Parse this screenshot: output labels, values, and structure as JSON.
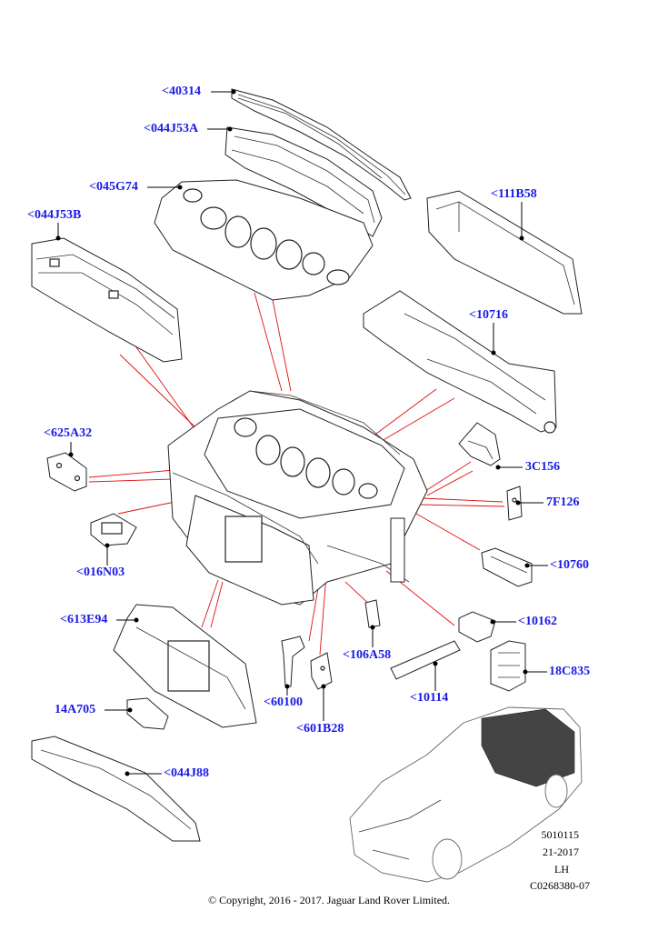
{
  "callouts": [
    {
      "id": "40314",
      "text": "<40314"
    },
    {
      "id": "044J53A",
      "text": "<044J53A"
    },
    {
      "id": "045G74",
      "text": "<045G74"
    },
    {
      "id": "044J53B",
      "text": "<044J53B"
    },
    {
      "id": "111B58",
      "text": "<111B58"
    },
    {
      "id": "10716",
      "text": "<10716"
    },
    {
      "id": "625A32",
      "text": "<625A32"
    },
    {
      "id": "3C156",
      "text": "3C156"
    },
    {
      "id": "7F126",
      "text": "7F126"
    },
    {
      "id": "016N03",
      "text": "<016N03"
    },
    {
      "id": "10760",
      "text": "<10760"
    },
    {
      "id": "613E94",
      "text": "<613E94"
    },
    {
      "id": "10162",
      "text": "<10162"
    },
    {
      "id": "106A58",
      "text": "<106A58"
    },
    {
      "id": "18C835",
      "text": "18C835"
    },
    {
      "id": "14A705",
      "text": "14A705"
    },
    {
      "id": "60100",
      "text": "<60100"
    },
    {
      "id": "10114",
      "text": "<10114"
    },
    {
      "id": "601B28",
      "text": "<601B28"
    },
    {
      "id": "044J88",
      "text": "<044J88"
    }
  ],
  "reference": {
    "line1": "5010115",
    "line2": "21-2017",
    "line3": "LH",
    "line4": "C0268380-07"
  },
  "copyright": "© Copyright, 2016 - 2017. Jaguar Land Rover Limited.",
  "colors": {
    "callout": "#1a1ae6",
    "leader_red": "#e01010",
    "line": "#000000"
  }
}
